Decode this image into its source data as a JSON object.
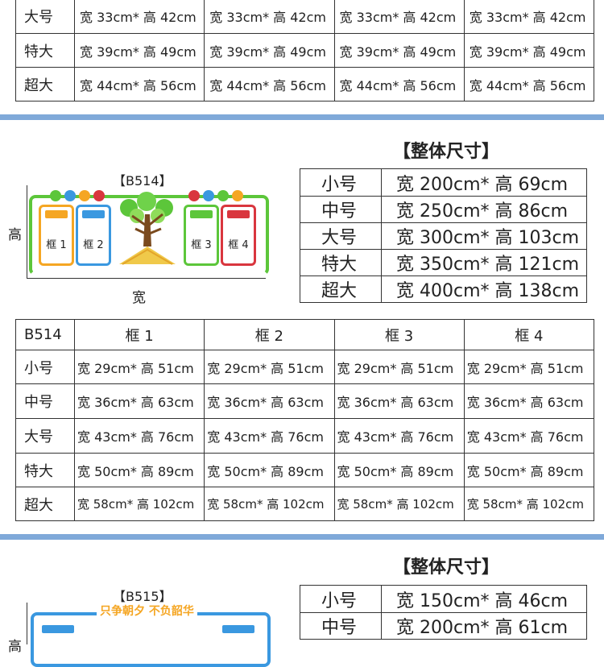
{
  "top_table": {
    "rows": [
      {
        "size": "大号",
        "cells": [
          "宽 33cm* 高 42cm",
          "宽 33cm* 高 42cm",
          "宽 33cm* 高 42cm",
          "宽 33cm* 高 42cm"
        ]
      },
      {
        "size": "特大",
        "cells": [
          "宽 39cm* 高 49cm",
          "宽 39cm* 高 49cm",
          "宽 39cm* 高 49cm",
          "宽 39cm* 高 49cm"
        ]
      },
      {
        "size": "超大",
        "cells": [
          "宽 44cm* 高 56cm",
          "宽 44cm* 高 56cm",
          "宽 44cm* 高 56cm",
          "宽 44cm* 高 56cm"
        ]
      }
    ]
  },
  "b514": {
    "overall_title": "【整体尺寸】",
    "code_label": "【B514】",
    "axis_height": "高",
    "axis_width": "宽",
    "frame_labels": [
      "框 1",
      "框 2",
      "框 3",
      "框 4"
    ],
    "colors": {
      "green": "#5cc63a",
      "blue": "#3a98e0",
      "orange": "#f5a623",
      "red": "#d9363e",
      "brown": "#7a4a1e"
    },
    "overall": [
      {
        "size": "小号",
        "dim": "宽 200cm* 高 69cm"
      },
      {
        "size": "中号",
        "dim": "宽 250cm* 高 86cm"
      },
      {
        "size": "大号",
        "dim": "宽 300cm* 高 103cm"
      },
      {
        "size": "特大",
        "dim": "宽 350cm* 高 121cm"
      },
      {
        "size": "超大",
        "dim": "宽 400cm* 高 138cm"
      }
    ],
    "frame_table": {
      "headers": [
        "B514",
        "框 1",
        "框 2",
        "框 3",
        "框 4"
      ],
      "rows": [
        {
          "size": "小号",
          "cells": [
            "宽 29cm* 高 51cm",
            "宽 29cm* 高 51cm",
            "宽 29cm* 高 51cm",
            "宽 29cm* 高 51cm"
          ]
        },
        {
          "size": "中号",
          "cells": [
            "宽 36cm* 高 63cm",
            "宽 36cm* 高 63cm",
            "宽 36cm* 高 63cm",
            "宽 36cm* 高 63cm"
          ]
        },
        {
          "size": "大号",
          "cells": [
            "宽 43cm* 高 76cm",
            "宽 43cm* 高 76cm",
            "宽 43cm* 高 76cm",
            "宽 43cm* 高 76cm"
          ]
        },
        {
          "size": "特大",
          "cells": [
            "宽 50cm* 高 89cm",
            "宽 50cm* 高 89cm",
            "宽 50cm* 高 89cm",
            "宽 50cm* 高 89cm"
          ]
        },
        {
          "size": "超大",
          "cells": [
            "宽 58cm* 高 102cm",
            "宽 58cm* 高 102cm",
            "宽 58cm* 高 102cm",
            "宽 58cm* 高 102cm"
          ]
        }
      ]
    }
  },
  "b515": {
    "overall_title": "【整体尺寸】",
    "code_label": "【B515】",
    "axis_height": "高",
    "slogan": "只争朝夕 不负韶华",
    "overall": [
      {
        "size": "小号",
        "dim": "宽 150cm* 高 46cm"
      },
      {
        "size": "中号",
        "dim": "宽 200cm* 高 61cm"
      }
    ]
  },
  "colors": {
    "separator": "#7fa9d9",
    "border": "#333333"
  }
}
